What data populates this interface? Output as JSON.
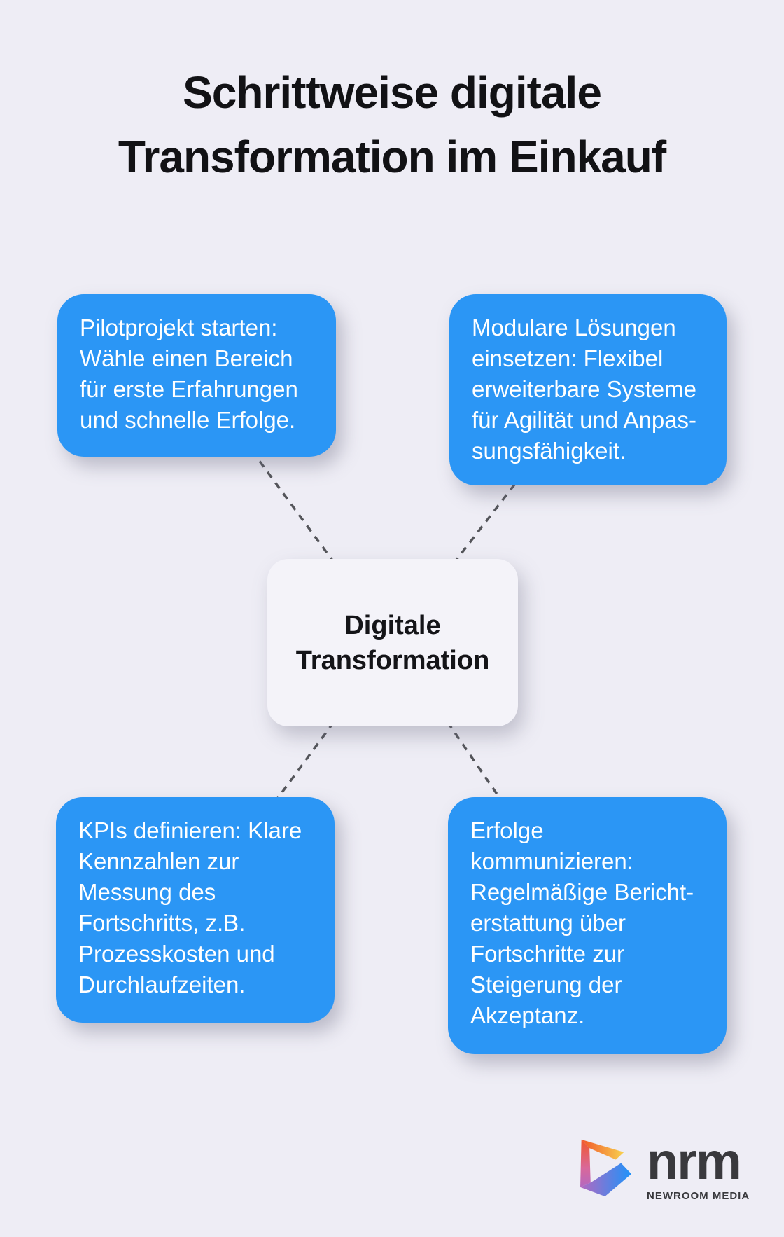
{
  "title": {
    "text": "Schrittweise digitale\nTransformation im Einkauf"
  },
  "center": {
    "text": "Digitale\nTransformation"
  },
  "boxes": [
    {
      "id": "pilotprojekt",
      "text": "Pilotprojekt starten:\nWähle einen Bereich\nfür erste Erfahrungen\nund schnelle Erfolge."
    },
    {
      "id": "modulare-loesungen",
      "text": "Modulare Lösungen\neinsetzen: Flexibel\nerweiterbare Systeme\nfür Agilität und Anpas-\nsungsfähigkeit."
    },
    {
      "id": "kpis-definieren",
      "text": "KPIs definieren: Klare\nKennzahlen zur\nMessung des\nFortschritts, z.B.\nProzesskosten und\nDurchlaufzeiten."
    },
    {
      "id": "erfolge-kommunizieren",
      "text": "Erfolge\nkommunizieren:\nRegelmäßige Bericht-\nerstattung über\nFortschritte zur\nSteigerung der\nAkzeptanz."
    }
  ],
  "logo": {
    "brand": "nrm",
    "tagline": "NEWROOM MEDIA"
  },
  "colors": {
    "background": "#EEEDF5",
    "node_fill": "#2B96F5",
    "node_text": "#FFFFFF",
    "center_fill": "#F4F3F9",
    "center_text": "#141418",
    "title_text": "#121215",
    "connector": "#54555A",
    "brand_text": "#39393D",
    "logo_orange": "#F1572A",
    "logo_yellow": "#F8D14E",
    "logo_pink": "#D9689A",
    "logo_purple": "#B468C0",
    "logo_blue": "#1E93FA"
  }
}
